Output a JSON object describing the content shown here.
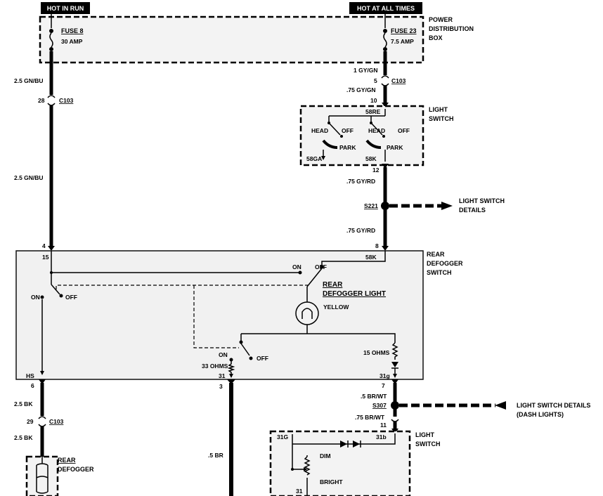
{
  "tags": {
    "hot_in_run": "HOT IN RUN",
    "hot_at_all_times": "HOT AT ALL TIMES"
  },
  "power_box": {
    "line1": "POWER",
    "line2": "DISTRIBUTION",
    "line3": "BOX"
  },
  "fuses": [
    {
      "name": "FUSE 8",
      "rating": "30 AMP"
    },
    {
      "name": "FUSE 23",
      "rating": "7.5 AMP"
    }
  ],
  "left_circuit": {
    "wire_top": "2.5 GN/BU",
    "pin_c103": "28",
    "conn_c103": "C103",
    "wire_mid": "2.5 GN/BU",
    "pin_4": "4",
    "pin_15": "15",
    "pin_hs": "HS",
    "pin_6": "6",
    "wire_bot": "2.5 BK",
    "pin_29": "29",
    "conn_c103b": "C103",
    "wire_bot2": "2.5 BK",
    "rear_defogger_1": "REAR",
    "rear_defogger_2": "DEFOGGER"
  },
  "right_circuit": {
    "wire_1": "1 GY/GN",
    "pin_5": "5",
    "conn_c103": "C103",
    "wire_2": ".75 GY/GN",
    "pin_10": "10",
    "pin_58re": "58RE",
    "pin_58ga": "58GA",
    "pin_58k": "58K",
    "pin_12": "12",
    "wire_3": ".75 GY/RD",
    "splice": "S221",
    "wire_4": ".75 GY/RD",
    "pin_8": "8",
    "pin_58k_b": "58K",
    "pin_31g": "31g",
    "pin_7": "7",
    "wire_5": ".5 BR/WT",
    "splice_2": "S307",
    "wire_6": ".75 BR/WT",
    "pin_11": "11"
  },
  "light_switch": {
    "label1": "LIGHT",
    "label2": "SWITCH",
    "head": "HEAD",
    "off": "OFF",
    "park": "PARK"
  },
  "light_switch_details": {
    "line1": "LIGHT SWITCH",
    "line2": "DETAILS"
  },
  "light_switch_details_dash": {
    "line1": "LIGHT SWITCH DETAILS",
    "line2": "(DASH LIGHTS)"
  },
  "rear_defogger_switch": {
    "line1": "REAR",
    "line2": "DEFOGGER",
    "line3": "SWITCH",
    "on": "ON",
    "off": "OFF",
    "light_title1": "REAR",
    "light_title2": "DEFOGGER LIGHT",
    "yellow": "YELLOW",
    "ohms_15": "15 OHMS",
    "ohms_33": "33 OHMS"
  },
  "center_circuit": {
    "pin_31": "31",
    "pin_3": "3",
    "wire": ".5 BR"
  },
  "dash_switch": {
    "label1": "LIGHT",
    "label2": "SWITCH",
    "pin_31g": "31G",
    "pin_31b": "31b",
    "dim": "DIM",
    "bright": "BRIGHT",
    "pin_31": "31"
  },
  "colors": {
    "ink": "#000000",
    "component_fill": "#f3f3f3",
    "paper": "#ffffff"
  }
}
